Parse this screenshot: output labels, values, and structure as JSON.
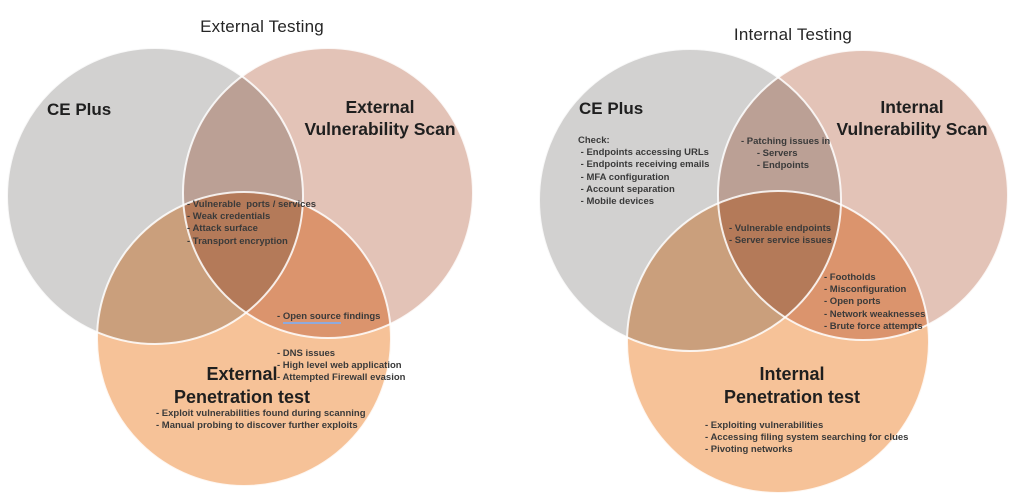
{
  "colors": {
    "ce_plus_fill": "#d2d1d0",
    "vuln_scan_fill": "#e3c3b7",
    "pen_test_fill": "#f6c298",
    "underline": "#8faadc",
    "small_text": "#3a3a3a",
    "title_text": "#262626"
  },
  "left": {
    "title": "External Testing",
    "ce_plus": {
      "label": "CE Plus"
    },
    "vuln_scan": {
      "line1": "External",
      "line2": "Vulnerability Scan"
    },
    "pen_test": {
      "line1": "External",
      "line2": "Penetration test"
    },
    "ce_vuln_list": [
      "- Vulnerable  ports / services",
      "- Weak credentials",
      "- Attack surface",
      "- Transport encryption"
    ],
    "vuln_pen": {
      "prefix": "- ",
      "underlined": "Open source",
      "suffix": " findings",
      "rest": [
        "- DNS issues",
        "- High level web application",
        "- Attempted Firewall evasion"
      ]
    },
    "pen_list": [
      "- Exploit vulnerabilities found during scanning",
      "- Manual probing to discover further exploits"
    ]
  },
  "right": {
    "title": "Internal Testing",
    "ce_plus": {
      "label": "CE Plus"
    },
    "vuln_scan": {
      "line1": "Internal",
      "line2": "Vulnerability Scan"
    },
    "pen_test": {
      "line1": "Internal",
      "line2": "Penetration test"
    },
    "check_list": [
      "Check:",
      " - Endpoints accessing URLs",
      " - Endpoints receiving emails",
      " - MFA configuration",
      " - Account separation",
      " - Mobile devices"
    ],
    "ce_vuln_list": [
      "- Patching issues in",
      "      - Servers",
      "      - Endpoints"
    ],
    "center_list": [
      "- Vulnerable endpoints",
      "- Server service issues"
    ],
    "vuln_pen_list": [
      "- Footholds",
      "- Misconfiguration",
      "- Open ports",
      "- Network weaknesses",
      "- Brute force attempts"
    ],
    "pen_list": [
      "- Exploiting vulnerabilities",
      "- Accessing filing system searching for clues",
      "- Pivoting networks"
    ]
  }
}
